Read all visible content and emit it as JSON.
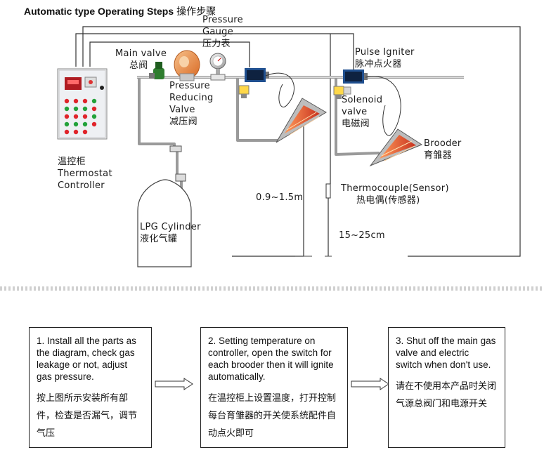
{
  "title": {
    "en": "Automatic type Operating Steps",
    "zh": "操作步骤"
  },
  "labels": {
    "main_valve_en": "Main valve",
    "main_valve_zh": "总阀",
    "pressure_gauge_en_1": "Pressure",
    "pressure_gauge_en_2": "Gauge",
    "pressure_gauge_zh": "压力表",
    "pulse_igniter_en": "Pulse Igniter",
    "pulse_igniter_zh": "脉冲点火器",
    "reducing_valve_en_1": "Pressure",
    "reducing_valve_en_2": "Reducing",
    "reducing_valve_en_3": "Valve",
    "reducing_valve_zh": "减压阀",
    "solenoid_en_1": "Solenoid",
    "solenoid_en_2": "valve",
    "solenoid_zh": "电磁阀",
    "brooder_en": "Brooder",
    "brooder_zh": "育雏器",
    "thermostat_zh": "温控柜",
    "thermostat_en_1": "Thermostat",
    "thermostat_en_2": "Controller",
    "height_range": "0.9~1.5m",
    "thermocouple_en": "Thermocouple(Sensor)",
    "thermocouple_zh": "热电偶(传感器)",
    "distance_range": "15~25cm",
    "lpg_en": "LPG Cylinder",
    "lpg_zh": "液化气罐"
  },
  "steps": [
    {
      "en": "1. Install all the parts as the diagram, check gas leakage or not, adjust gas pressure.",
      "zh": "按上图所示安装所有部件，检查是否漏气，调节气压"
    },
    {
      "en": "2. Setting temperature on controller, open the switch for each brooder then it will ignite automatically.",
      "zh": "在温控柜上设置温度，打开控制每台育雏器的开关使系统配件自动点火即可"
    },
    {
      "en": "3.  Shut off the main gas valve and electric switch when don't use.",
      "zh": "请在不使用本产品时关闭气源总阀门和电源开关"
    }
  ],
  "colors": {
    "pipe": "#9a9a9a",
    "wire": "#333333",
    "panel": "#eef0f3",
    "button_red": "#e0242a",
    "button_green": "#23a23a",
    "valve_green": "#2f7d2f",
    "reducer_orange": "#e8823a",
    "flame": "#e3462a",
    "igniter_blue": "#1f4f8f"
  }
}
